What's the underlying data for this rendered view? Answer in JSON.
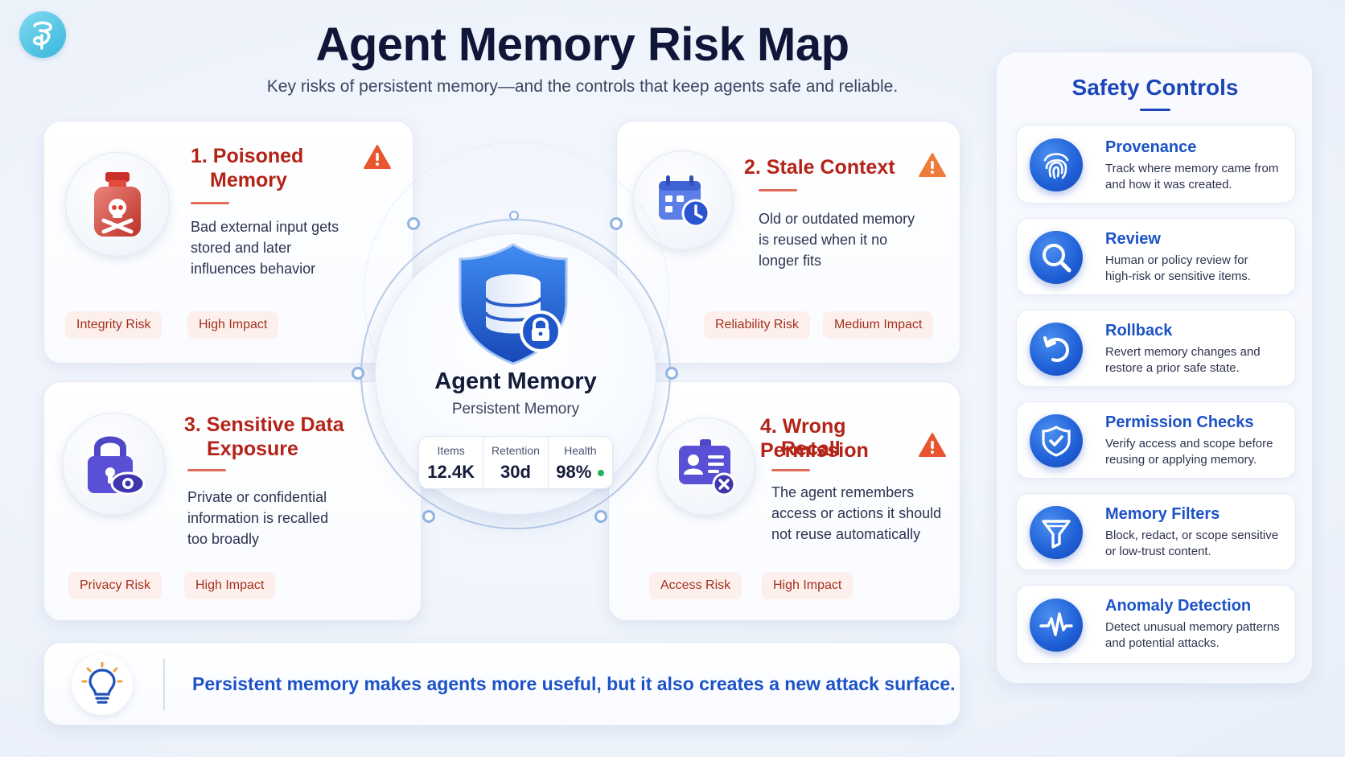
{
  "header": {
    "title": "Agent Memory Risk Map",
    "subtitle": "Key risks of persistent memory—and the controls that keep agents safe and reliable."
  },
  "center": {
    "title": "Agent Memory",
    "subtitle": "Persistent Memory",
    "stats": [
      {
        "label": "Items",
        "value": "12.4K"
      },
      {
        "label": "Retention",
        "value": "30d"
      },
      {
        "label": "Health",
        "value": "98%"
      }
    ],
    "health_status_color": "#22b35a"
  },
  "risks": [
    {
      "title_line1": "1. Poisoned",
      "title_line2": "Memory",
      "desc_lines": [
        "Bad external input gets",
        "stored and later",
        "influences behavior"
      ],
      "tags": [
        "Integrity Risk",
        "High Impact"
      ],
      "icon": "poison-bottle-icon"
    },
    {
      "title_line1": "2. Stale Context",
      "title_line2": "",
      "desc_lines": [
        "Old or outdated memory",
        "is reused when it no",
        "longer fits"
      ],
      "tags": [
        "Reliability Risk",
        "Medium Impact"
      ],
      "icon": "calendar-clock-icon"
    },
    {
      "title_line1": "3. Sensitive Data",
      "title_line2": "Exposure",
      "desc_lines": [
        "Private or confidential",
        "information is recalled",
        "too broadly"
      ],
      "tags": [
        "Privacy Risk",
        "High Impact"
      ],
      "icon": "lock-eye-icon"
    },
    {
      "title_line1": "4. Wrong Permission",
      "title_line2": "Recall",
      "desc_lines": [
        "The agent remembers",
        "access or actions it should",
        "not reuse automatically"
      ],
      "tags": [
        "Access Risk",
        "High Impact"
      ],
      "icon": "id-badge-denied-icon"
    }
  ],
  "banner": {
    "text": "Persistent memory makes agents more useful, but it also creates a new attack surface."
  },
  "controls": {
    "title": "Safety Controls",
    "items": [
      {
        "title": "Provenance",
        "desc_lines": [
          "Track where memory came from",
          "and how it was created."
        ],
        "icon": "fingerprint-icon"
      },
      {
        "title": "Review",
        "desc_lines": [
          "Human or policy review for",
          "high-risk or sensitive items."
        ],
        "icon": "magnifier-icon"
      },
      {
        "title": "Rollback",
        "desc_lines": [
          "Revert memory changes and",
          "restore a prior safe state."
        ],
        "icon": "undo-arrow-icon"
      },
      {
        "title": "Permission Checks",
        "desc_lines": [
          "Verify access and scope before",
          "reusing or applying memory."
        ],
        "icon": "shield-check-icon"
      },
      {
        "title": "Memory Filters",
        "desc_lines": [
          "Block, redact, or scope sensitive",
          "or low-trust content."
        ],
        "icon": "funnel-icon"
      },
      {
        "title": "Anomaly Detection",
        "desc_lines": [
          "Detect unusual memory patterns",
          "and potential attacks."
        ],
        "icon": "pulse-icon"
      }
    ]
  },
  "colors": {
    "risk_red": "#b42318",
    "control_blue": "#1c52c8",
    "warning_orange": "#e8552e"
  }
}
